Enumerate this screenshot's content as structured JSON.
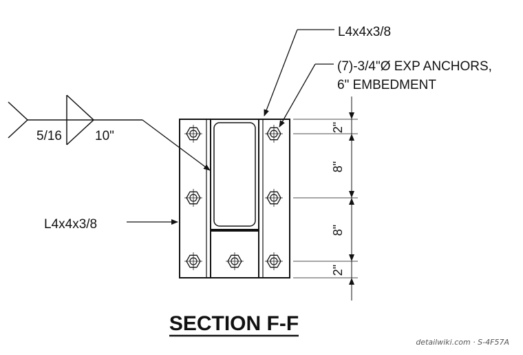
{
  "callouts": {
    "angle_top": "L4x4x3/8",
    "anchors_line1": "(7)-3/4\"Ø EXP ANCHORS,",
    "anchors_line2": "6\" EMBEDMENT",
    "angle_left": "L4x4x3/8"
  },
  "weld_symbol": {
    "size": "5/16",
    "length": "10\""
  },
  "dimensions": [
    "2\"",
    "8\"",
    "8\"",
    "2\""
  ],
  "title": "SECTION F-F",
  "watermark": "detailwiki.com · S-4F57A"
}
